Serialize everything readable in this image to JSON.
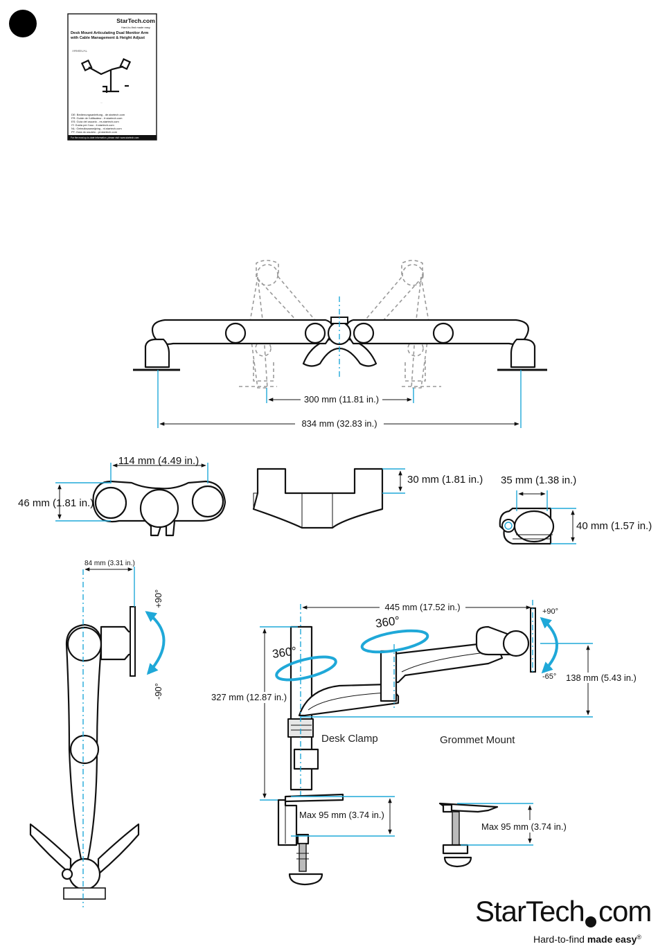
{
  "manual_cover": {
    "brand": "StarTech.com",
    "tagline": "Hard-to-find made easy",
    "title": "Desk Mount Articulating Dual Monitor Arm with Cable Management & Height Adjust",
    "model": "ARMDUAL",
    "languages": [
      "DE: Bedienungsanleitung - de.startech.com",
      "FR: Guide de l'utilisateur - fr.startech.com",
      "ES: Guía del usuario - es.startech.com",
      "IT: Guida per l'uso - it.startech.com",
      "NL: Gebruiksaanwijzing - nl.startech.com",
      "PT: Guia do usuário - pt.startech.com"
    ],
    "footer": "For the most up-to-date information, please visit: www.startech.com"
  },
  "dimensions": {
    "min_reach": "300 mm (11.81 in.)",
    "max_reach": "834 mm (32.83 in.)",
    "hub_width": "114 mm (4.49 in.)",
    "hub_height": "46 mm (1.81 in.)",
    "clamp_top_height": "30 mm (1.81 in.)",
    "head_width": "35 mm (1.38 in.)",
    "head_height": "40 mm (1.57 in.)",
    "tilt_offset": "84 mm (3.31 in.)",
    "arm_reach": "445 mm (17.52 in.)",
    "pole_height": "327 mm (12.87 in.)",
    "arm_height": "138 mm (5.43 in.)",
    "clamp_max": "Max 95 mm (3.74 in.)",
    "grommet_max": "Max 95 mm (3.74 in.)"
  },
  "angles": {
    "tilt_up": "+90°",
    "tilt_down": "-90°",
    "swivel_pole": "360°",
    "swivel_arm": "360°",
    "head_up": "+90°",
    "head_down": "-65°"
  },
  "labels": {
    "desk_clamp": "Desk Clamp",
    "grommet_mount": "Grommet Mount"
  },
  "footer_logo": {
    "brand_a": "StarTech",
    "brand_b": "com",
    "tagline_a": "Hard-to-find ",
    "tagline_b": "made easy",
    "registered": "®"
  },
  "colors": {
    "dimension_line": "#1fa8d8",
    "outline": "#111111"
  }
}
